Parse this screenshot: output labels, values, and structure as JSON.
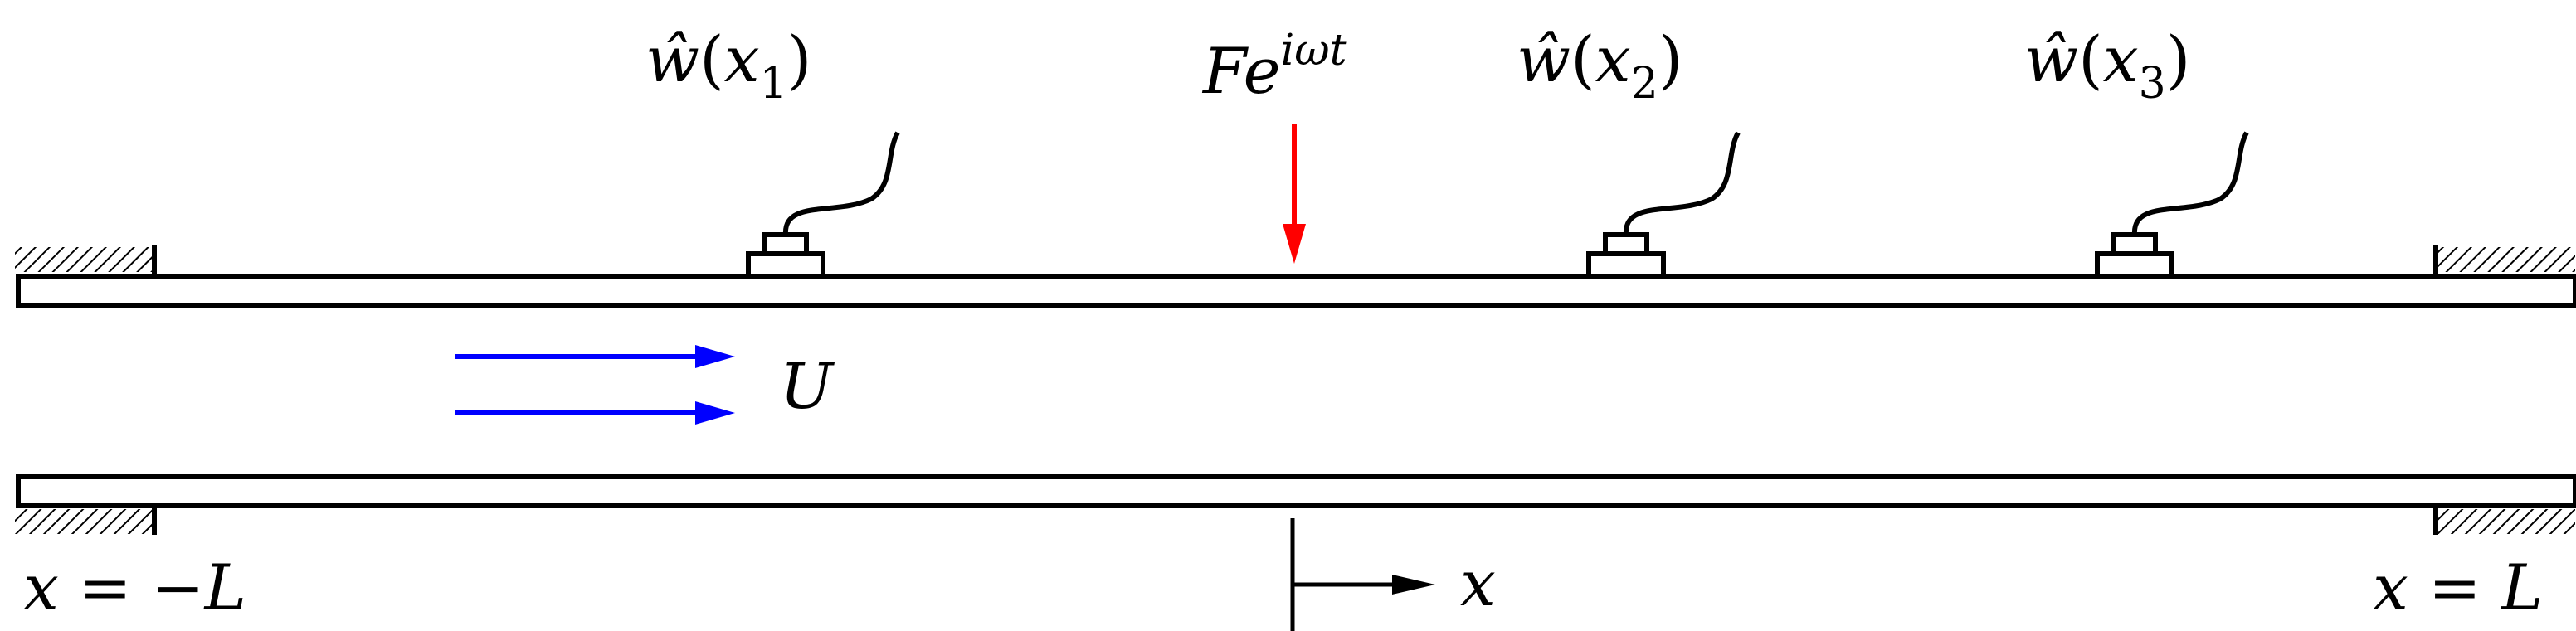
{
  "sensors": [
    {
      "hat": "ŵ",
      "open": "(",
      "var": "x",
      "sub": "1",
      "close": ")"
    },
    {
      "hat": "ŵ",
      "open": "(",
      "var": "x",
      "sub": "2",
      "close": ")"
    },
    {
      "hat": "ŵ",
      "open": "(",
      "var": "x",
      "sub": "3",
      "close": ")"
    }
  ],
  "force": {
    "base": "Fe",
    "exponent": "iωt",
    "color": "#ff0000"
  },
  "flow": {
    "label": "U",
    "color": "#0000ff"
  },
  "axis": {
    "label": "x"
  },
  "boundaries": {
    "left": "x = −L",
    "right": "x = L"
  }
}
